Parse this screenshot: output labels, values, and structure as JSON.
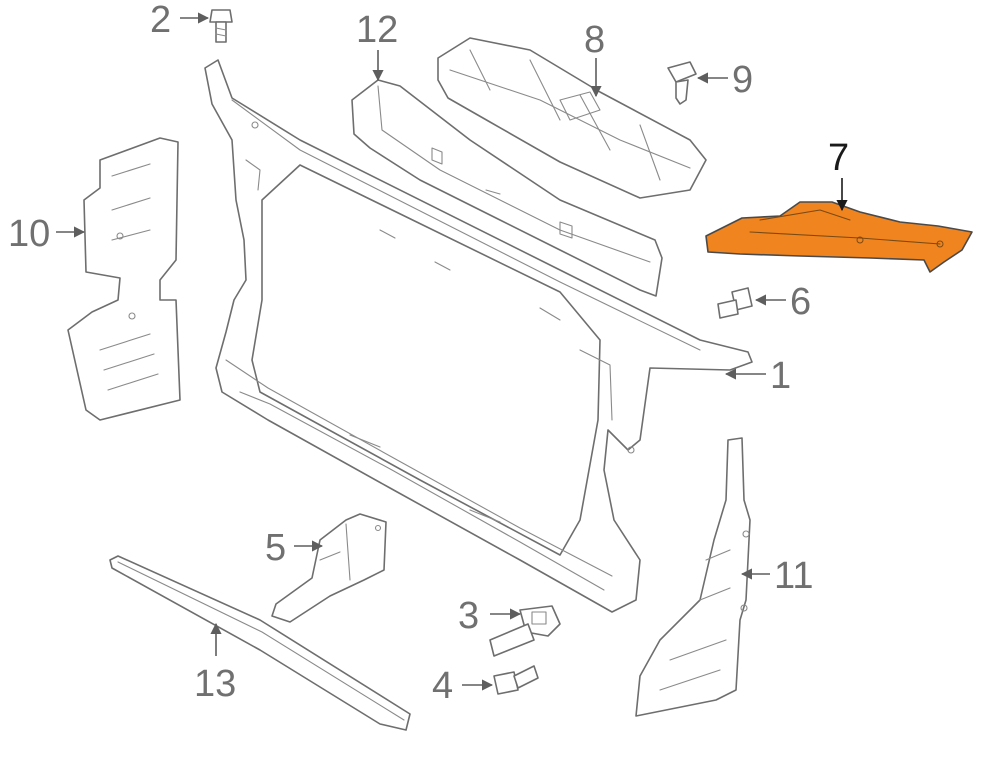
{
  "callouts": [
    {
      "id": "1",
      "label": "1"
    },
    {
      "id": "2",
      "label": "2"
    },
    {
      "id": "3",
      "label": "3"
    },
    {
      "id": "4",
      "label": "4"
    },
    {
      "id": "5",
      "label": "5"
    },
    {
      "id": "6",
      "label": "6"
    },
    {
      "id": "7",
      "label": "7"
    },
    {
      "id": "8",
      "label": "8"
    },
    {
      "id": "9",
      "label": "9"
    },
    {
      "id": "10",
      "label": "10"
    },
    {
      "id": "11",
      "label": "11"
    },
    {
      "id": "12",
      "label": "12"
    },
    {
      "id": "13",
      "label": "13"
    }
  ],
  "highlight": {
    "part": "7",
    "color": "#F0841E",
    "outline": "#4a4a4a"
  },
  "colors": {
    "line": "#6e6e6e",
    "label": "#707070"
  }
}
